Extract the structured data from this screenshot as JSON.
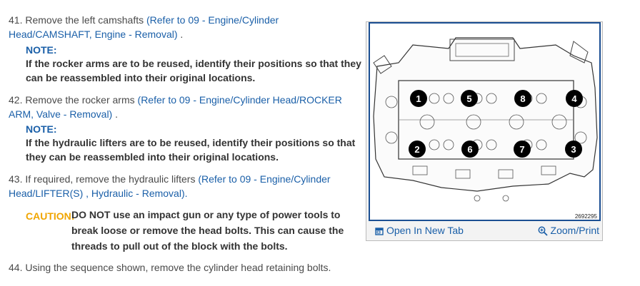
{
  "steps": [
    {
      "num": "41.",
      "text": "Remove the left camshafts",
      "link": "(Refer to 09 - Engine/Cylinder Head/CAMSHAFT, Engine - Removal)",
      "after": " ."
    },
    {
      "num": "42.",
      "text": "Remove the rocker arms",
      "link": "(Refer to 09 - Engine/Cylinder Head/ROCKER ARM, Valve - Removal)",
      "after": " ."
    },
    {
      "num": "43.",
      "text": "If required, remove the hydraulic lifters",
      "link": "(Refer to 09 - Engine/Cylinder Head/LIFTER(S) , Hydraulic - Removal).",
      "after": ""
    },
    {
      "num": "44.",
      "text": "Using the sequence shown, remove the cylinder head retaining bolts.",
      "link": "",
      "after": ""
    }
  ],
  "notes": [
    {
      "label": "NOTE:",
      "text": "If the rocker arms are to be reused, identify their positions so that they can be reassembled into their original locations."
    },
    {
      "label": "NOTE:",
      "text": "If the hydraulic lifters are to be reused, identify their positions so that they can be reassembled into their original locations."
    }
  ],
  "caution": {
    "label": "CAUTION:",
    "text": "DO NOT use an impact gun or any type of power tools to break loose or remove the head bolts. This can cause the threads to pull out of the block with the bolts."
  },
  "figure": {
    "id_text": "2692295",
    "bolt_numbers": [
      "1",
      "5",
      "8",
      "4",
      "2",
      "6",
      "7",
      "3"
    ],
    "open_tab_label": "Open In New Tab",
    "zoom_label": "Zoom/Print",
    "accent_color": "#1b4f93",
    "link_color": "#1a5fa8"
  }
}
